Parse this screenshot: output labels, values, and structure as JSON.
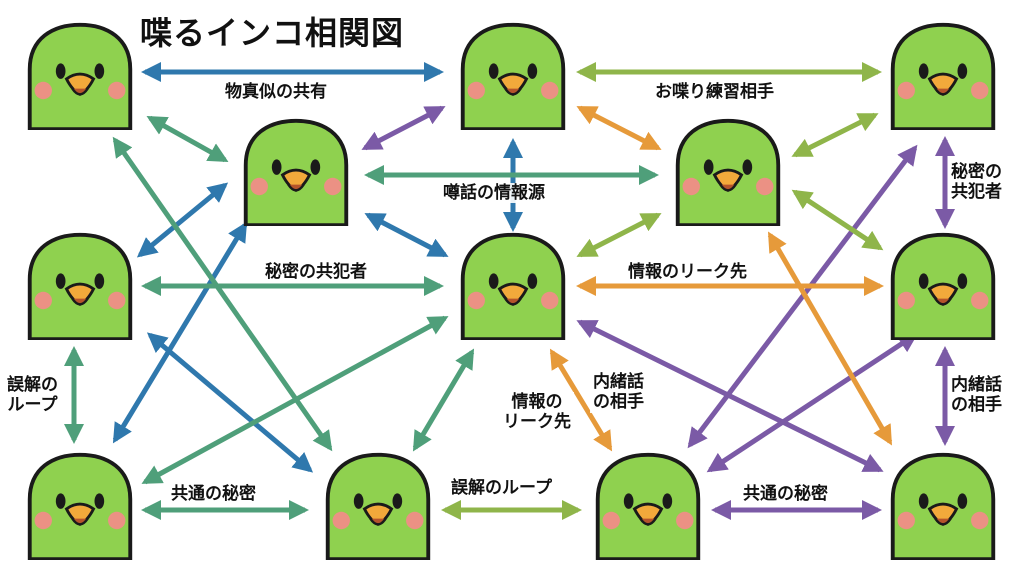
{
  "title": "喋るインコ相関図",
  "colors": {
    "blue": "#2f78ad",
    "teal": "#4f9f7a",
    "purple": "#7b5aa6",
    "orange": "#e69a3a",
    "lightgreen": "#8fb54a",
    "parrot_body": "#8fd14f",
    "parrot_outline": "#1a1a1a",
    "beak": "#f2a93b",
    "cheek": "#f58a8a"
  },
  "labels": {
    "mimic": "物真似の共有",
    "practice": "お喋り練習相手",
    "rumor": "噂話の情報源",
    "secret_accomplice_left": "秘密の共犯者",
    "secret_accomplice_right": "秘密の\n共犯者",
    "leak_center": "情報のリーク先",
    "loop_left": "誤解の\nループ",
    "confidant_center": "内緒話\nの相手",
    "leak_lower": "情報の\nリーク先",
    "confidant_right": "内緒話\nの相手",
    "shared_secret_left": "共通の秘密",
    "loop_bottom": "誤解のループ",
    "shared_secret_right": "共通の秘密"
  }
}
